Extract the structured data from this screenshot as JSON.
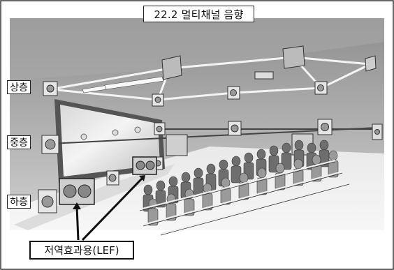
{
  "diagram": {
    "title": "22.2 멀티채널 음향",
    "tiers": {
      "upper": "상층",
      "middle": "중층",
      "lower": "하층"
    },
    "lef_label": "저역효과용(LEF)"
  }
}
